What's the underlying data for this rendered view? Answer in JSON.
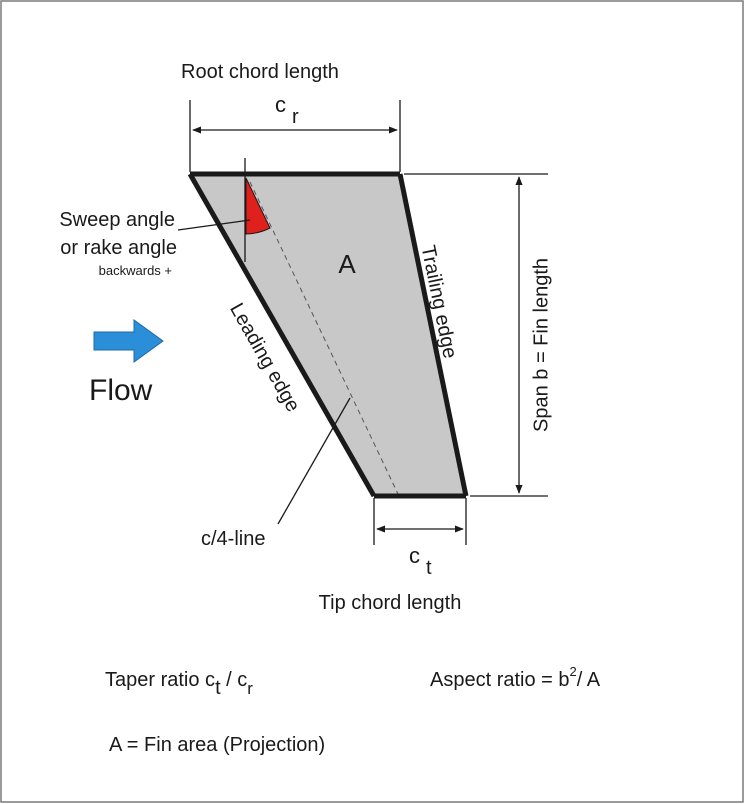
{
  "labels": {
    "root_chord": "Root chord length",
    "cr_symbol": "c",
    "cr_sub": "r",
    "sweep_line1": "Sweep angle",
    "sweep_line2": "or rake angle",
    "sweep_line3": "backwards +",
    "area_symbol": "A",
    "trailing_edge": "Trailing edge",
    "leading_edge": "Leading edge",
    "span": "Span b = Fin length",
    "flow": "Flow",
    "quarter_line": "c/4-line",
    "ct_symbol": "c",
    "ct_sub": "t",
    "tip_chord": "Tip chord length"
  },
  "formulas": {
    "taper_prefix": "Taper ratio c",
    "taper_sub1": "t",
    "taper_mid": " / c",
    "taper_sub2": "r",
    "aspect_prefix": "Aspect ratio = b",
    "aspect_sup": "2",
    "aspect_suffix": "/ A",
    "area_def": "A = Fin area (Projection)"
  },
  "colors": {
    "fin_fill": "#c8c8c8",
    "outline": "#1a1a1a",
    "sweep_marker": "#e0201c",
    "flow_arrow": "#2a8fd8",
    "frame": "#7a7a7a"
  },
  "icons": {
    "flow_arrow": "right-arrow-icon"
  }
}
